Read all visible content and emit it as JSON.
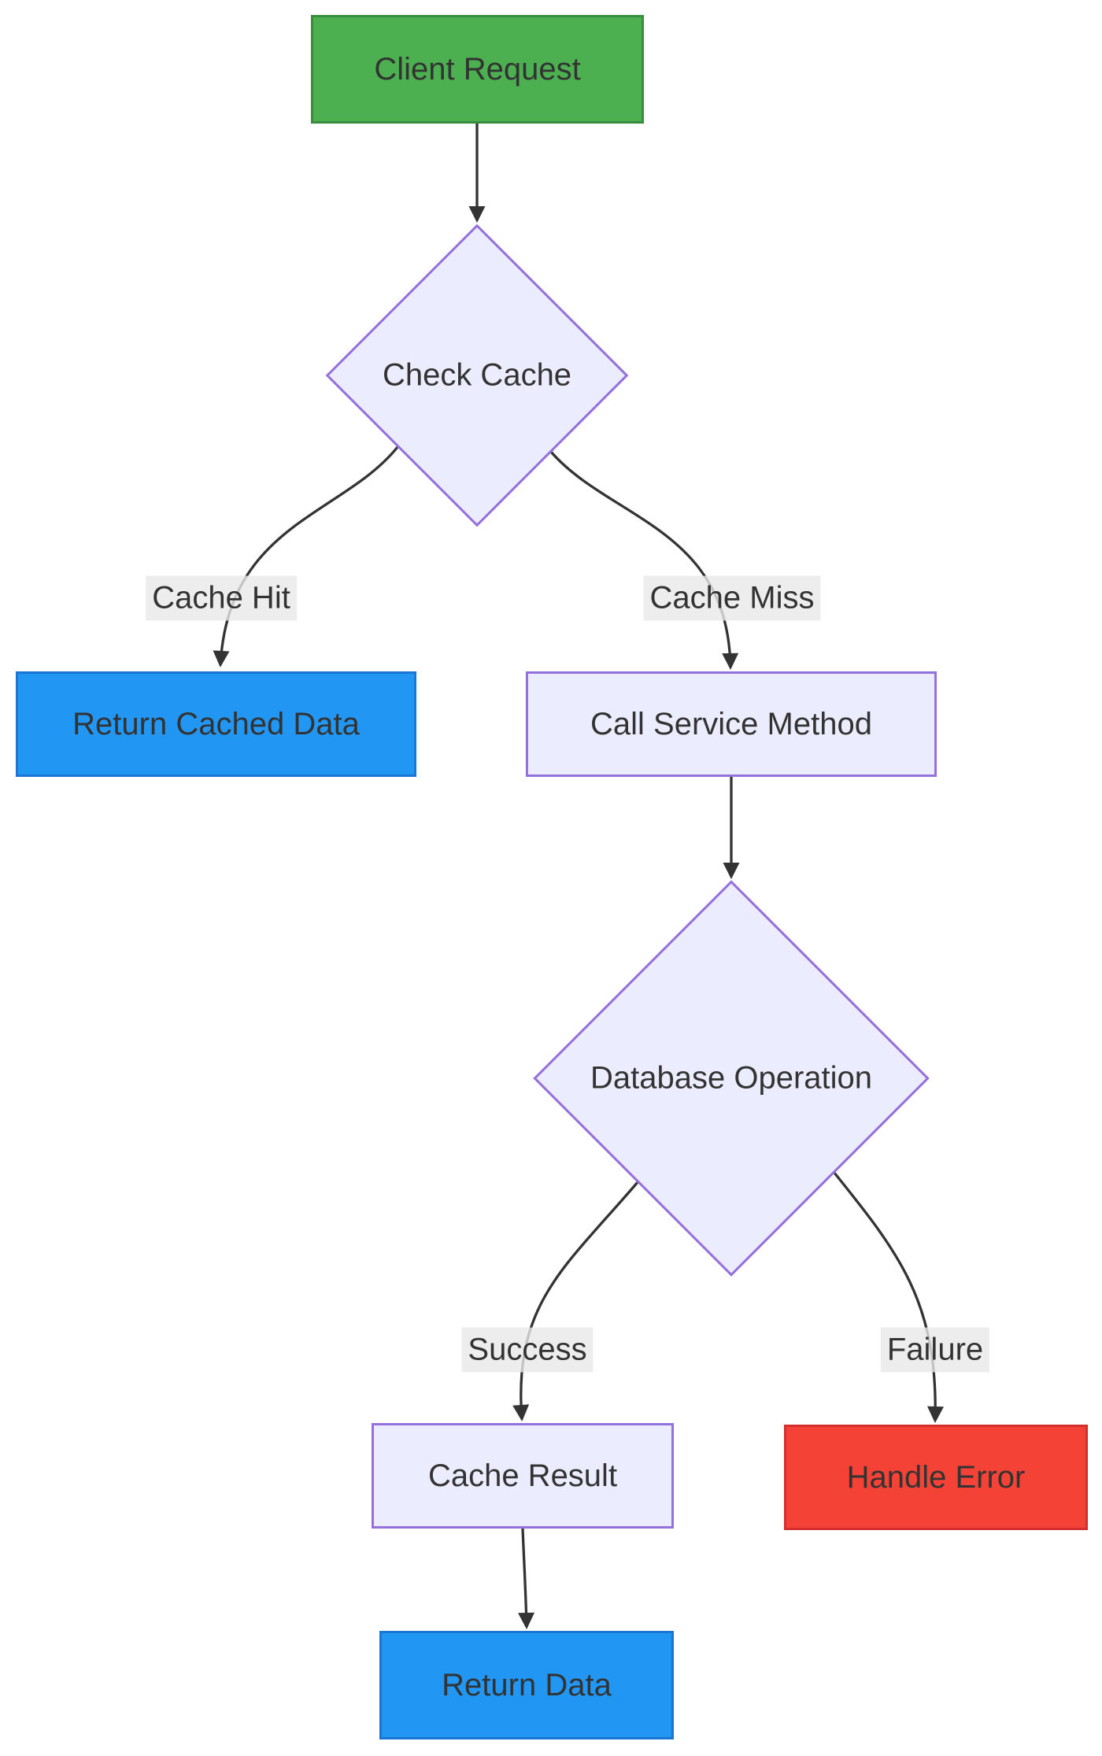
{
  "diagram": {
    "type": "flowchart",
    "direction": "top-down",
    "background": "#ffffff",
    "nodes": [
      {
        "id": "client_request",
        "label": "Client Request",
        "shape": "rect",
        "fill": "#4CAF50",
        "stroke": "#388E3C"
      },
      {
        "id": "check_cache",
        "label": "Check Cache",
        "shape": "diamond",
        "fill": "#ECECFF",
        "stroke": "#9370DB"
      },
      {
        "id": "return_cached_data",
        "label": "Return Cached Data",
        "shape": "rect",
        "fill": "#2196F3",
        "stroke": "#1976D2"
      },
      {
        "id": "call_service_method",
        "label": "Call Service Method",
        "shape": "rect",
        "fill": "#ECECFF",
        "stroke": "#9370DB"
      },
      {
        "id": "database_operation",
        "label": "Database Operation",
        "shape": "diamond",
        "fill": "#ECECFF",
        "stroke": "#9370DB"
      },
      {
        "id": "cache_result",
        "label": "Cache Result",
        "shape": "rect",
        "fill": "#ECECFF",
        "stroke": "#9370DB"
      },
      {
        "id": "handle_error",
        "label": "Handle Error",
        "shape": "rect",
        "fill": "#F44336",
        "stroke": "#D32F2F"
      },
      {
        "id": "return_data",
        "label": "Return Data",
        "shape": "rect",
        "fill": "#2196F3",
        "stroke": "#1976D2"
      }
    ],
    "edges": [
      {
        "from": "client_request",
        "to": "check_cache",
        "label": ""
      },
      {
        "from": "check_cache",
        "to": "return_cached_data",
        "label": "Cache Hit"
      },
      {
        "from": "check_cache",
        "to": "call_service_method",
        "label": "Cache Miss"
      },
      {
        "from": "call_service_method",
        "to": "database_operation",
        "label": ""
      },
      {
        "from": "database_operation",
        "to": "cache_result",
        "label": "Success"
      },
      {
        "from": "database_operation",
        "to": "handle_error",
        "label": "Failure"
      },
      {
        "from": "cache_result",
        "to": "return_data",
        "label": ""
      }
    ],
    "colors": {
      "edge_stroke": "#333333",
      "text": "#333333",
      "edge_label_background": "#E8E8E8",
      "node_green_fill": "#4CAF50",
      "node_green_stroke": "#388E3C",
      "node_blue_fill": "#2196F3",
      "node_blue_stroke": "#1976D2",
      "node_red_fill": "#F44336",
      "node_red_stroke": "#D32F2F",
      "node_default_fill": "#ECECFF",
      "node_default_stroke": "#9370DB"
    }
  }
}
